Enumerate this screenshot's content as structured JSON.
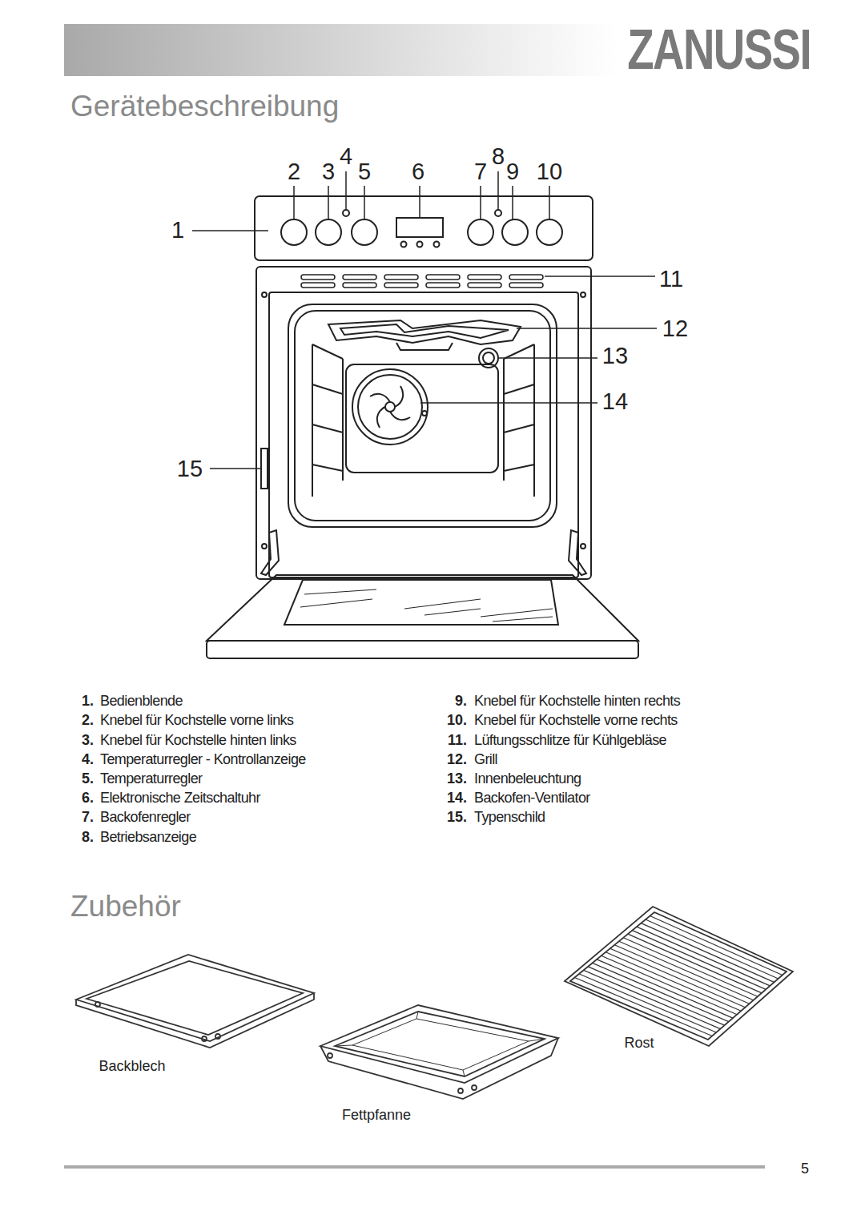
{
  "diagram": {
    "title": "Gerätebeschreibung",
    "labels": [
      "ZANUSSI",
      "2",
      "3",
      "4",
      "5",
      "6",
      "7",
      "8",
      "9",
      "10",
      "1",
      "11",
      "12",
      "13",
      "14",
      "15",
      "1.",
      "Bedienblende",
      "2.",
      "Knebel für Kochstelle vorne links",
      "3.",
      "Knebel für Kochstelle hinten links",
      "4.",
      "Temperaturregler - Kontrollanzeige",
      "5.",
      "Temperaturregler",
      "6.",
      "Elektronische Zeitschaltuhr",
      "7.",
      "Backofenregler",
      "8.",
      "Betriebsanzeige",
      "9.",
      "Knebel für Kochstelle hinten rechts",
      "10.",
      "Knebel für Kochstelle vorne rechts",
      "11.",
      "Lüftungsschlitze für Kühlgebläse",
      "12.",
      "Grill",
      "13.",
      "Innenbeleuchtung",
      "14.",
      "Backofen-Ventilator",
      "15.",
      "Typenschild",
      "Zubehör",
      "Backblech",
      "Fettpfanne",
      "Rost",
      "5"
    ]
  }
}
